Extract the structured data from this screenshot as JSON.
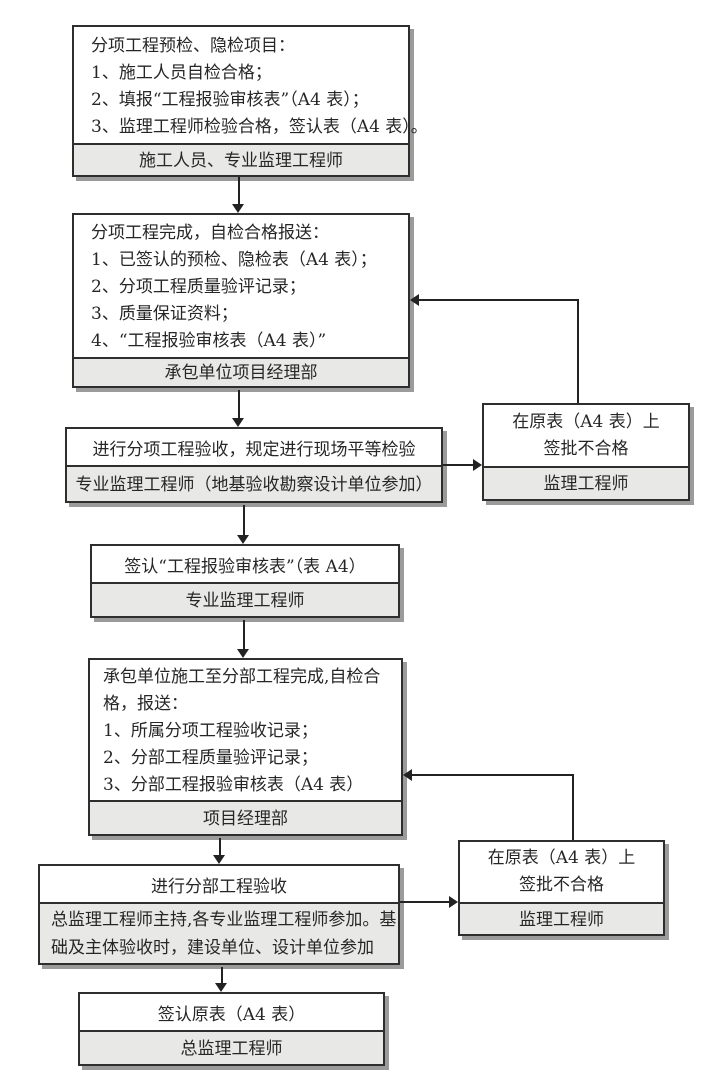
{
  "diagram": {
    "type": "flowchart",
    "language": "zh-CN",
    "colors": {
      "page_bg": "#ffffff",
      "box_bg": "#ffffff",
      "footer_bg": "#e8e8e6",
      "border": "#2e2e2e",
      "connector": "#222222",
      "shadow": "#9b9b9b",
      "text": "#262626"
    }
  },
  "boxes": [
    {
      "id": "subitem-precheck",
      "body_lines": [
        "分项工程预检、隐检项目：",
        "1、施工人员自检合格；",
        "2、填报“工程报验审核表”（A4 表）；",
        "3、监理工程师检验合格，签认表（A4 表）。"
      ],
      "footer_lines": [
        "施工人员、专业监理工程师"
      ]
    },
    {
      "id": "subitem-complete-submit",
      "body_lines": [
        "分项工程完成，自检合格报送：",
        "1、已签认的预检、隐检表（A4 表）；",
        "2、分项工程质量验评记录；",
        "3、质量保证资料；",
        "4、“工程报验审核表（A4 表）”"
      ],
      "footer_lines": [
        "承包单位项目经理部"
      ]
    },
    {
      "id": "subitem-acceptance",
      "body_lines": [
        "进行分项工程验收，规定进行现场平等检验"
      ],
      "footer_lines": [
        "专业监理工程师（地基验收勘察设计单位参加）"
      ]
    },
    {
      "id": "reject-on-original-a4-1",
      "body_lines": [
        "在原表（A4 表）上",
        "签批不合格"
      ],
      "footer_lines": [
        "监理工程师"
      ]
    },
    {
      "id": "sign-review-form",
      "body_lines": [
        "签认“工程报验审核表”（表 A4）"
      ],
      "footer_lines": [
        "专业监理工程师"
      ]
    },
    {
      "id": "subdivision-complete-submit",
      "body_lines": [
        "承包单位施工至分部工程完成,自检合",
        "格，报送：",
        "1、所属分项工程验收记录；",
        "2、分部工程质量验评记录；",
        "3、分部工程报验审核表（A4 表）"
      ],
      "footer_lines": [
        "项目经理部"
      ]
    },
    {
      "id": "subdivision-acceptance",
      "body_lines": [
        "进行分部工程验收"
      ],
      "footer_lines": [
        "总监理工程师主持,各专业监理工程师参加。基",
        "础及主体验收时，建设单位、设计单位参加"
      ]
    },
    {
      "id": "reject-on-original-a4-2",
      "body_lines": [
        "在原表（A4 表）上",
        "签批不合格"
      ],
      "footer_lines": [
        "监理工程师"
      ]
    },
    {
      "id": "sign-original-form",
      "body_lines": [
        "签认原表（A4 表）"
      ],
      "footer_lines": [
        "总监理工程师"
      ]
    }
  ]
}
